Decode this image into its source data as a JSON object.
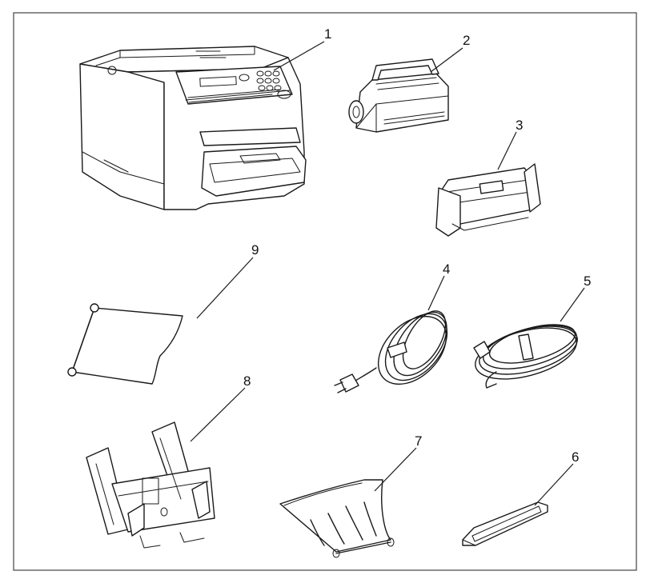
{
  "callouts": [
    {
      "id": "item-1",
      "label": "1"
    },
    {
      "id": "item-2",
      "label": "2"
    },
    {
      "id": "item-3",
      "label": "3"
    },
    {
      "id": "item-4",
      "label": "4"
    },
    {
      "id": "item-5",
      "label": "5"
    },
    {
      "id": "item-6",
      "label": "6"
    },
    {
      "id": "item-7",
      "label": "7"
    },
    {
      "id": "item-8",
      "label": "8"
    },
    {
      "id": "item-9",
      "label": "9"
    }
  ],
  "colors": {
    "line": "#1a1a1a",
    "background": "#ffffff",
    "frame": "#444444"
  }
}
